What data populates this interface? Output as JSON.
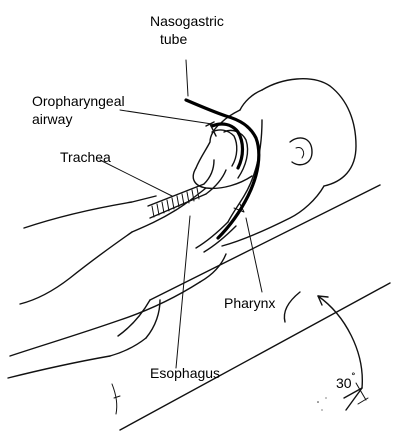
{
  "labels": {
    "nasogastric_line1": "Nasogastric",
    "nasogastric_line2": "tube",
    "oropharyngeal_line1": "Oropharyngeal",
    "oropharyngeal_line2": "airway",
    "trachea": "Trachea",
    "pharynx": "Pharynx",
    "esophagus": "Esophagus",
    "angle": "30",
    "degree_mark": "˚"
  }
}
